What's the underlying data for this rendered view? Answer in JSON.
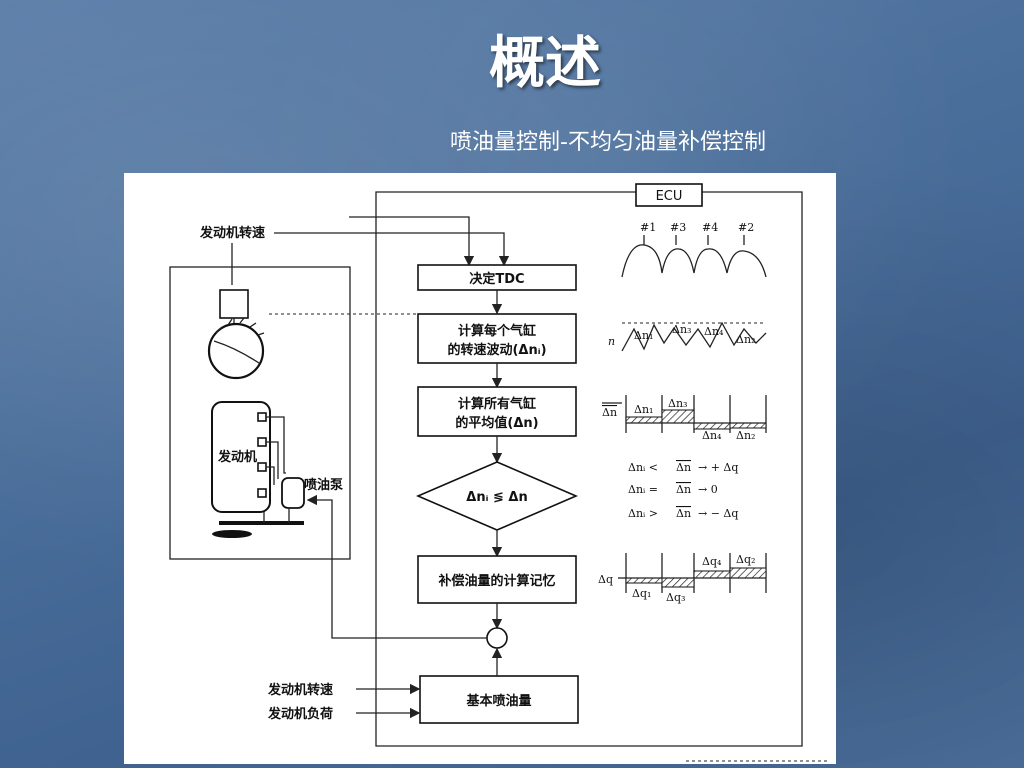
{
  "slide": {
    "title": "概述",
    "subtitle": "喷油量控制-不均匀油量补偿控制"
  },
  "diagram": {
    "ecu_label": "ECU",
    "engine_speed_top": "发动机转速",
    "engine_label": "发动机",
    "pump_label": "喷油泵",
    "box_tdc": "决定TDC",
    "box_speed_var_1": "计算每个气缸",
    "box_speed_var_2": "的转速波动(Δnᵢ)",
    "box_avg_1": "计算所有气缸",
    "box_avg_2": "的平均值(Δn)",
    "diamond_label": "Δnᵢ ≶ Δn",
    "box_comp": "补偿油量的计算记忆",
    "box_base": "基本喷油量",
    "input_speed": "发动机转速",
    "input_load": "发动机负荷",
    "cyl_labels": [
      "#1",
      "#3",
      "#4",
      "#2"
    ],
    "n_label": "n",
    "dn_labels": [
      "Δn₁",
      "Δn₃",
      "Δn₄",
      "Δn₂"
    ],
    "avg_dn_label": "Δn",
    "rules": [
      {
        "left": "Δnᵢ <",
        "mid": "Δn",
        "right": "→ + Δq"
      },
      {
        "left": "Δnᵢ =",
        "mid": "Δn",
        "right": "→  0"
      },
      {
        "left": "Δnᵢ >",
        "mid": "Δn",
        "right": "→ − Δq"
      }
    ],
    "dq_label": "Δq",
    "dq_labels": [
      "Δq₁",
      "Δq₃",
      "Δq₄",
      "Δq₂"
    ]
  }
}
